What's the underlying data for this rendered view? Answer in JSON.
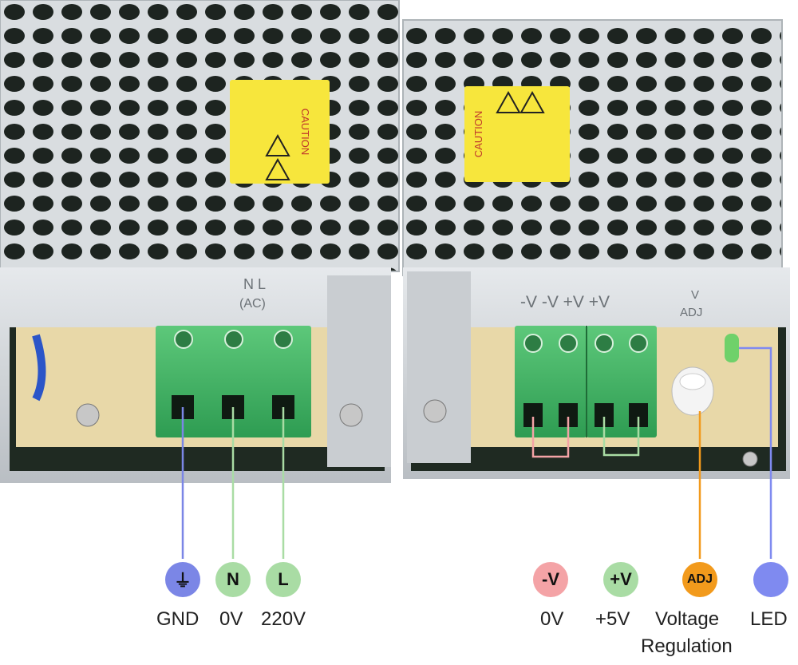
{
  "left_unit": {
    "caution_text": "CAUTION",
    "terminal_print_1": "N L",
    "terminal_print_2": "(AC)"
  },
  "right_unit": {
    "caution_text": "CAUTION",
    "terminal_print": "-V -V +V +V",
    "adj_print_1": "V",
    "adj_print_2": "ADJ"
  },
  "colors": {
    "gnd": "#7b86e6",
    "neutral": "#a9dca4",
    "line": "#a9dca4",
    "neg": "#f4a3a6",
    "pos": "#a9dca4",
    "adj": "#f29a1c",
    "led": "#7f8af0"
  },
  "legend": [
    {
      "id": "gnd",
      "badge": "⏚",
      "label": "GND"
    },
    {
      "id": "n",
      "badge": "N",
      "label": "0V"
    },
    {
      "id": "l",
      "badge": "L",
      "label": "220V"
    },
    {
      "id": "negv",
      "badge": "-V",
      "label": "0V"
    },
    {
      "id": "posv",
      "badge": "+V",
      "label": "+5V"
    },
    {
      "id": "adj",
      "badge": "ADJ",
      "label": "Voltage",
      "label2": "Regulation"
    },
    {
      "id": "led",
      "badge": "",
      "label": "LED"
    }
  ]
}
